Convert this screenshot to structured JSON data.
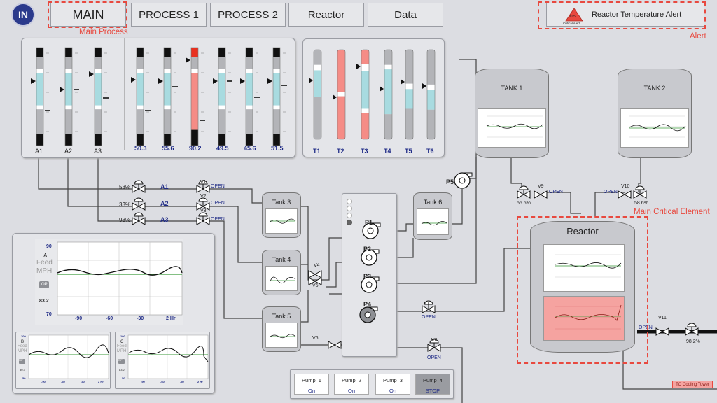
{
  "nav": {
    "logo": "IN",
    "main": "MAIN",
    "process1": "PROCESS 1",
    "process2": "PROCESS 2",
    "reactor": "Reactor",
    "data": "Data",
    "main_label": "Main Process"
  },
  "alert": {
    "title": "Reactor Temperature Alert",
    "badge_value": "90.5",
    "badge_caption": "Critical Alert",
    "label": "Alert"
  },
  "gauges_a": {
    "labels": [
      "A1",
      "A2",
      "A3"
    ]
  },
  "gauges_values": {
    "values": [
      "50.3",
      "55.6",
      "90.2",
      "49.5",
      "45.6",
      "51.5"
    ]
  },
  "gauges_t": {
    "labels": [
      "T1",
      "T2",
      "T3",
      "T4",
      "T5",
      "T6"
    ]
  },
  "feed_lines": {
    "percents": [
      "53%",
      "33%",
      "93%"
    ],
    "names": [
      "A1",
      "A2",
      "A3"
    ],
    "valves": [
      "V1",
      "V2",
      "V3"
    ],
    "states": [
      "OPEN",
      "OPEN",
      "OPEN"
    ]
  },
  "tanks": {
    "tank1": "TANK 1",
    "tank2": "TANK 2",
    "tank3": "Tank 3",
    "tank4": "Tank 4",
    "tank5": "Tank 5",
    "tank6": "Tank 6"
  },
  "pumps": {
    "p1": "P1",
    "p2": "P2",
    "p3": "P3",
    "p4": "P4",
    "p5": "P5"
  },
  "valves": {
    "v4": "V4",
    "v5": "V5",
    "v6": "V6",
    "v7": "V7",
    "v8": "V8",
    "v9": "V9",
    "v10": "V10",
    "v11": "V11",
    "open": "OPEN",
    "v7_pct": "55.6%",
    "v10_pct": "58.6%",
    "v11_pct": "98.2%"
  },
  "reactor": {
    "title": "Reactor",
    "critical_label": "Main Critical Element",
    "cooling": "TO Cooling Tower"
  },
  "feed_chart_a": {
    "letter": "A",
    "word1": "Feed",
    "word2": "MPH",
    "op": "OP",
    "ymax": "90",
    "ymid": "83.2",
    "ymin": "70",
    "xticks": [
      "-90",
      "-60",
      "-30",
      "2 Hr"
    ]
  },
  "feed_chart_b": {
    "letter": "B",
    "word1": "Feed",
    "word2": "MPH",
    "op": "OP",
    "ymax": "100",
    "ymid": "80.3",
    "ymin": "50",
    "xticks": [
      "-90",
      "-60",
      "-30",
      "2 Hr"
    ]
  },
  "feed_chart_c": {
    "letter": "C",
    "word1": "Feed",
    "word2": "MPH",
    "op": "OP",
    "ymax": "100",
    "ymid": "83.2",
    "ymin": "50",
    "xticks": [
      "-90",
      "-60",
      "-30",
      "2 Hr"
    ]
  },
  "pump_status": [
    {
      "name": "Pump_1",
      "state": "On"
    },
    {
      "name": "Pump_2",
      "state": "On"
    },
    {
      "name": "Pump_3",
      "state": "On"
    },
    {
      "name": "Pump_4",
      "state": "STOP"
    }
  ]
}
